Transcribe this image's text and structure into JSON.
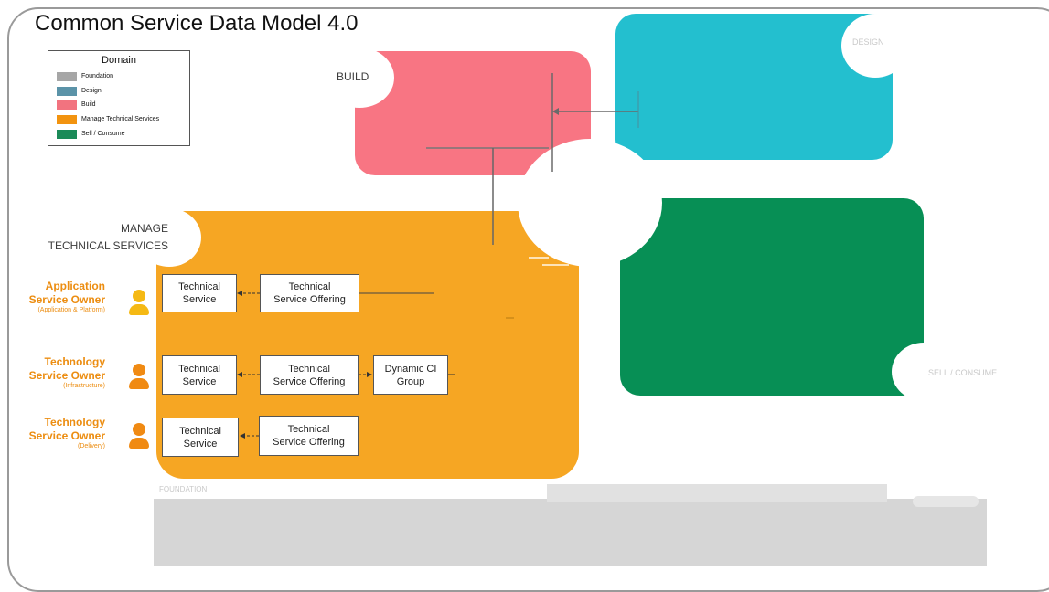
{
  "title": "Common Service Data Model 4.0",
  "legend": {
    "title": "Domain",
    "items": [
      {
        "label": "Foundation",
        "color": "#a6a6a6"
      },
      {
        "label": "Design",
        "color": "#5b93a8"
      },
      {
        "label": "Build",
        "color": "#f2737f"
      },
      {
        "label": "Manage Technical Services",
        "color": "#f2930f"
      },
      {
        "label": "Sell / Consume",
        "color": "#1b8a58"
      }
    ]
  },
  "domains": {
    "build": {
      "label": "BUILD",
      "color": "#f87583"
    },
    "design": {
      "label": "DESIGN",
      "color": "#23bfcf"
    },
    "manage": {
      "label_line1": "MANAGE",
      "label_line2": "TECHNICAL SERVICES",
      "color": "#f6a623"
    },
    "sell": {
      "label": "SELL / CONSUME",
      "color": "#078f55"
    },
    "foundation": {
      "label": "FOUNDATION"
    }
  },
  "owners": [
    {
      "line1": "Application",
      "line2": "Service Owner",
      "sub": "(Application & Platform)",
      "icon_color": "#f5b914"
    },
    {
      "line1": "Technology",
      "line2": "Service Owner",
      "sub": "(Infrastructure)",
      "icon_color": "#f08a13"
    },
    {
      "line1": "Technology",
      "line2": "Service Owner",
      "sub": "(Delivery)",
      "icon_color": "#f08a13"
    }
  ],
  "boxes": {
    "row1_ts": [
      "Technical",
      "Service"
    ],
    "row1_tso": [
      "Technical",
      "Service Offering"
    ],
    "row2_ts": [
      "Technical",
      "Service"
    ],
    "row2_tso": [
      "Technical",
      "Service Offering"
    ],
    "row2_dcg": [
      "Dynamic CI",
      "Group"
    ],
    "row3_ts": [
      "Technical",
      "Service"
    ],
    "row3_tso": [
      "Technical",
      "Service Offering"
    ]
  }
}
